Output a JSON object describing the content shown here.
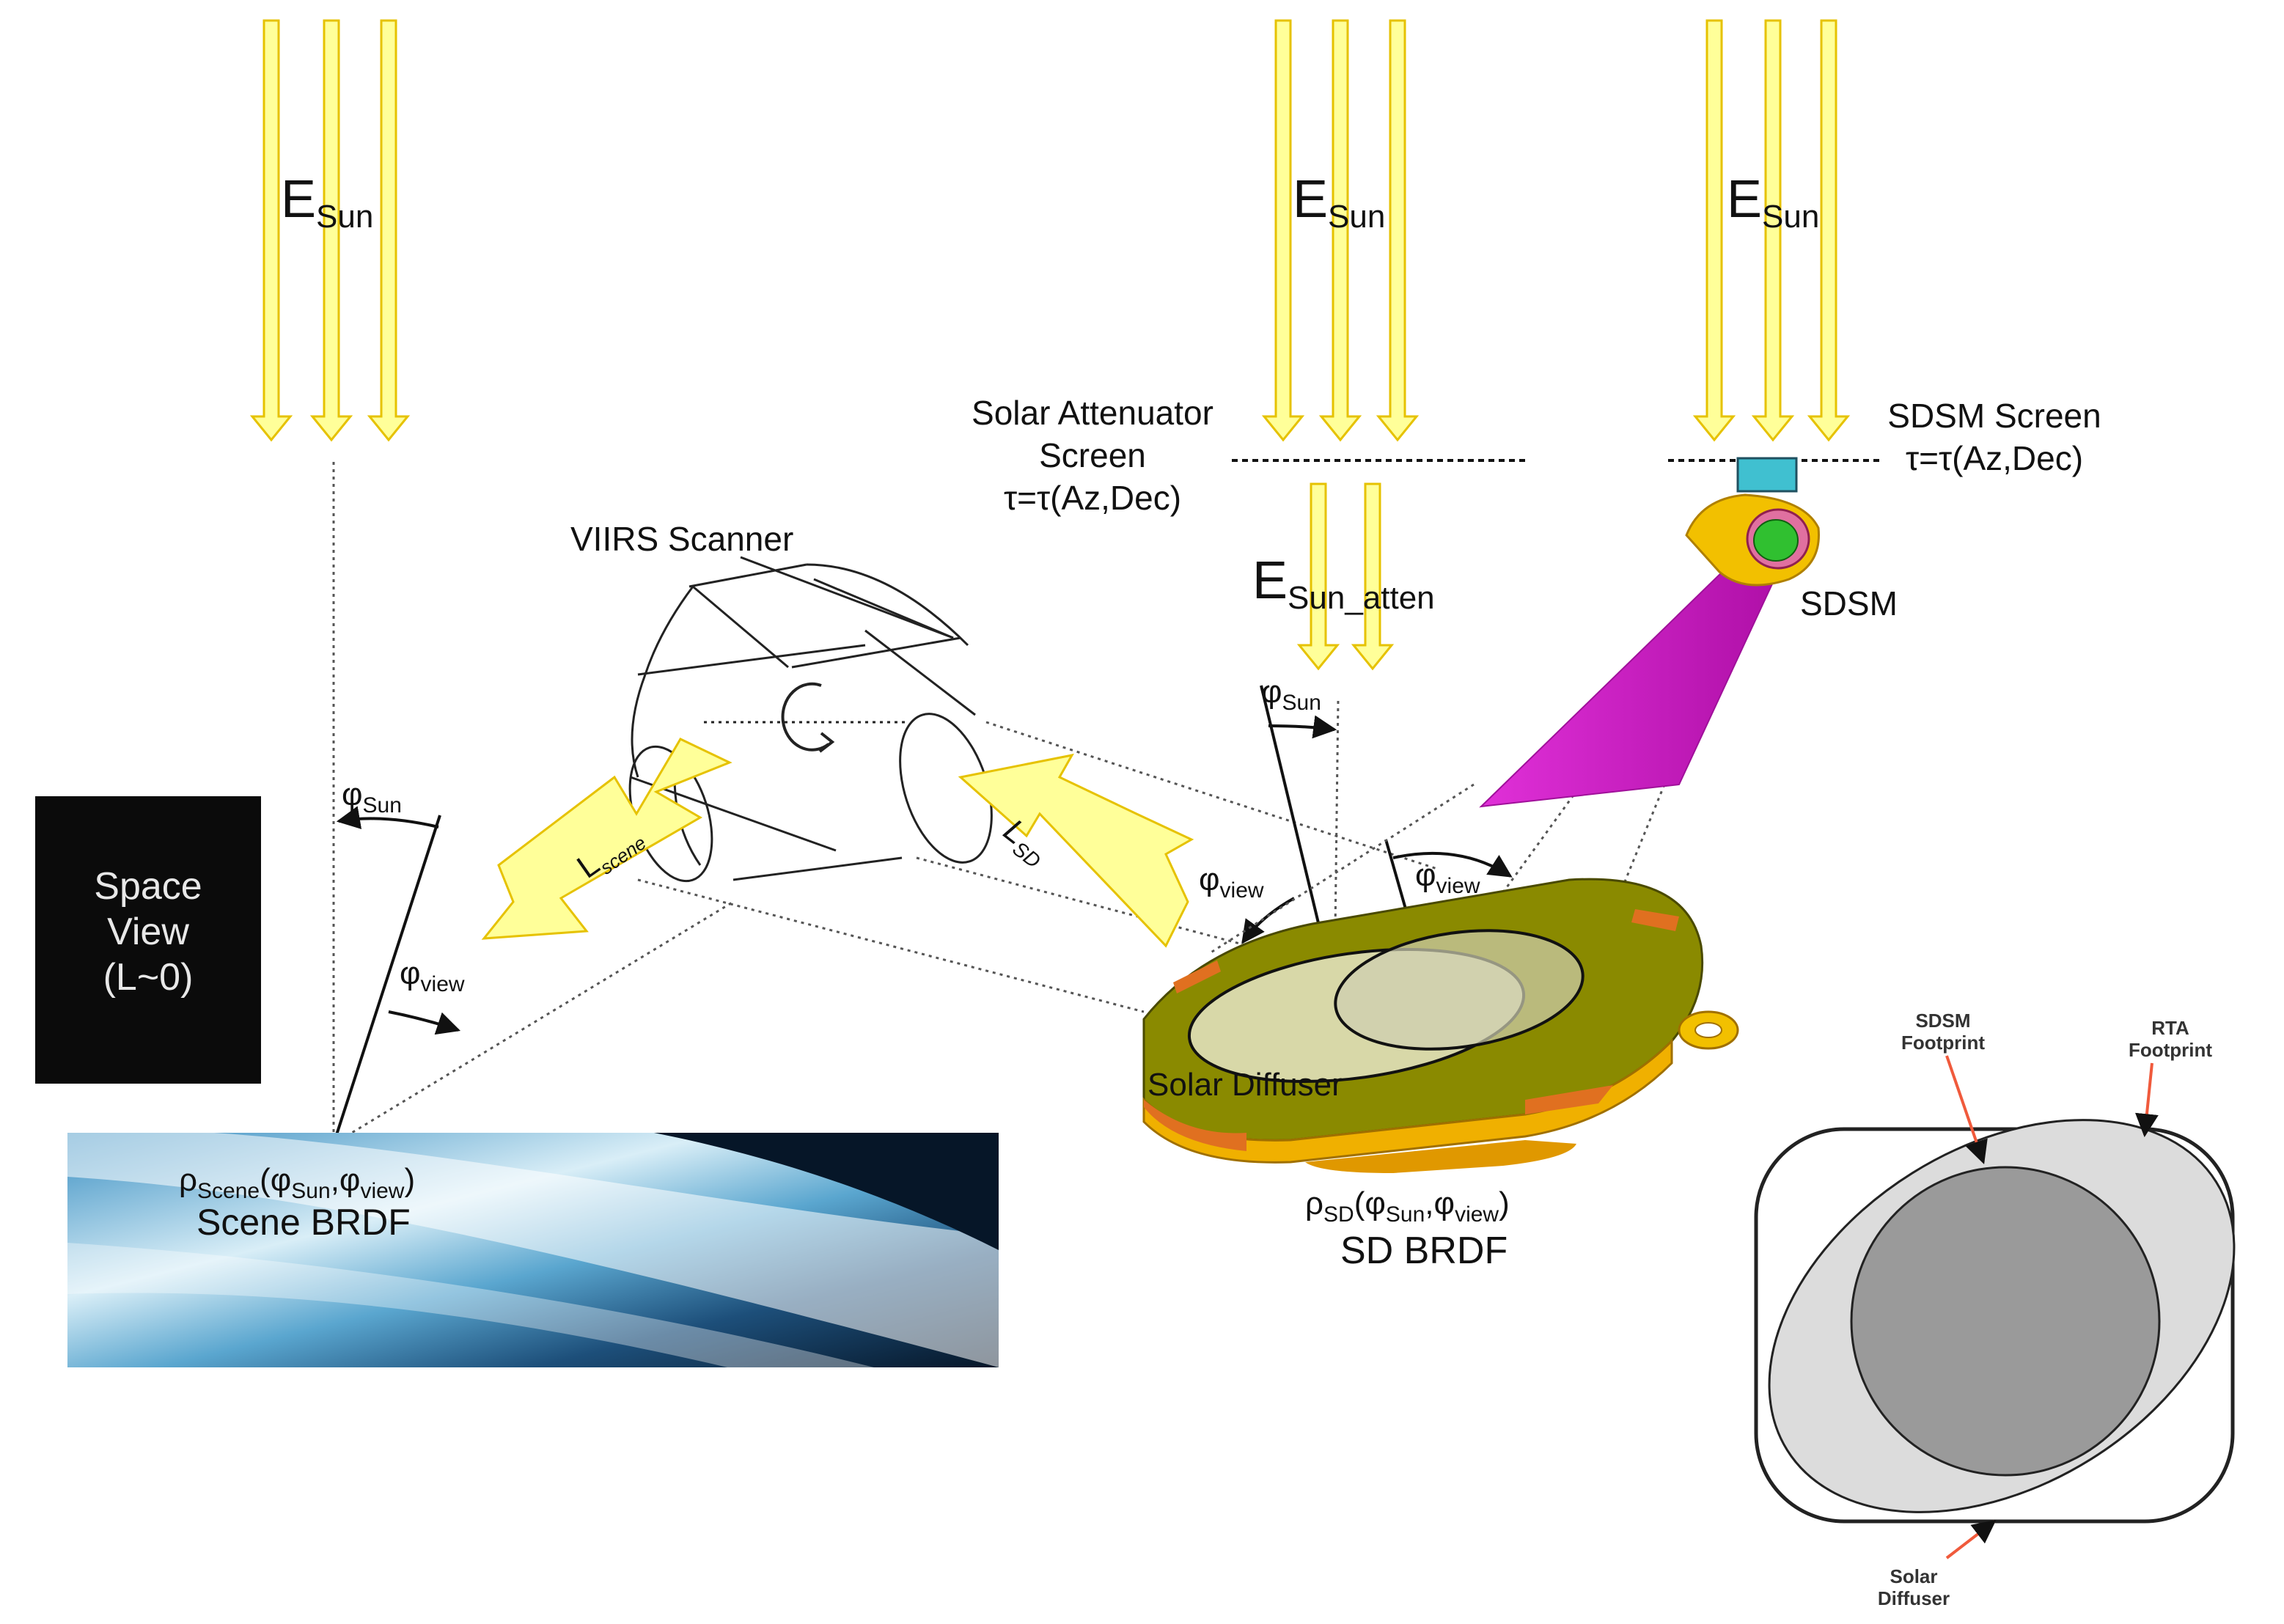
{
  "labels": {
    "e_sun_letter": "E",
    "e_sun_sub": "Sun",
    "e_sun_atten_sub": "Sun_atten",
    "solar_attenuator_line1": "Solar Attenuator",
    "solar_attenuator_line2": "Screen",
    "solar_attenuator_tau": "τ=τ(Az,Dec)",
    "sdsm_screen": "SDSM Screen",
    "sdsm_screen_tau": "τ=τ(Az,Dec)",
    "sdsm": "SDSM",
    "viirs_scanner": "VIIRS Scanner",
    "phi": "φ",
    "phi_sun_sub": "Sun",
    "phi_view_sub": "view",
    "l_letter": "L",
    "l_scene_sub": "scene",
    "l_sd_sub": "SD",
    "space_view_line1": "Space",
    "space_view_line2": "View",
    "space_view_line3": "(L~0)",
    "rho": "ρ",
    "scene_sub": "Scene",
    "sd_sub": "SD",
    "args_open": "(",
    "args_comma": ",",
    "args_close": ")",
    "scene_brdf": "Scene BRDF",
    "sd_brdf": "SD BRDF",
    "solar_diffuser": "Solar Diffuser",
    "inset_sdsm_footprint_line1": "SDSM",
    "inset_sdsm_footprint_line2": "Footprint",
    "inset_rta_footprint_line1": "RTA",
    "inset_rta_footprint_line2": "Footprint",
    "inset_solar_diffuser_line1": "Solar",
    "inset_solar_diffuser_line2": "Diffuser"
  },
  "colors": {
    "sun_arrow_fill": "#ffff99",
    "sun_arrow_stroke": "#e6c200",
    "sdsm_beam": "#e020d0",
    "diffuser_body": "#8a8a00",
    "diffuser_edge": "#e07020",
    "diffuser_base": "#f0b000",
    "inset_frame": "#222222",
    "inset_rta": "#dcdcdc",
    "inset_sdsm": "#9a9a9a",
    "pointer": "#f05a3c"
  }
}
